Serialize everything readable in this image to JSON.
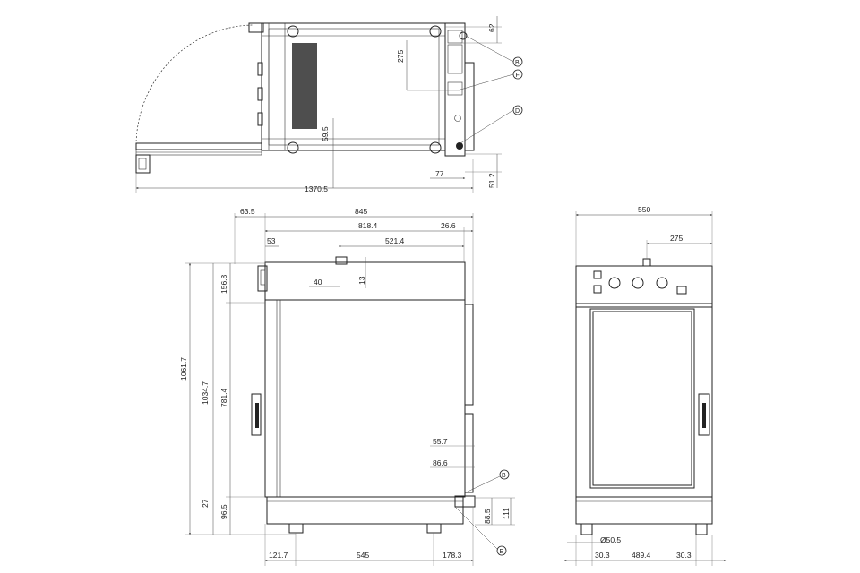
{
  "top_view": {
    "dims": {
      "overall_length": "1370.5",
      "clearance_depth": "59.5",
      "panel_height": "275",
      "rear_offset": "62",
      "side_offset": "77",
      "foot_height": "51.2"
    },
    "callouts": [
      "B",
      "F",
      "D"
    ]
  },
  "side_view": {
    "dims": {
      "top_left_offset": "63.5",
      "overall_depth": "845",
      "inner_depth": "818.4",
      "right_offset": "26.6",
      "outlet_offset": "53",
      "outlet_position": "521.4",
      "outlet_width": "40",
      "outlet_height": "13",
      "overall_height": "1061.7",
      "body_height": "1034.7",
      "top_section_height": "156.8",
      "chamber_height": "781.4",
      "bottom_gap": "27",
      "base_height": "96.5",
      "drain_h1": "55.7",
      "drain_h2": "86.6",
      "drain_height": "88.5",
      "side_height": "111",
      "leg_left": "121.7",
      "leg_span": "545",
      "leg_right": "178.3"
    },
    "callouts": [
      "B",
      "E"
    ]
  },
  "front_view": {
    "dims": {
      "overall_width": "550",
      "knob_offset": "275",
      "leg_diameter": "Ø50.5",
      "bottom_left": "30.3",
      "bottom_middle": "489.4",
      "bottom_right": "30.3"
    }
  }
}
